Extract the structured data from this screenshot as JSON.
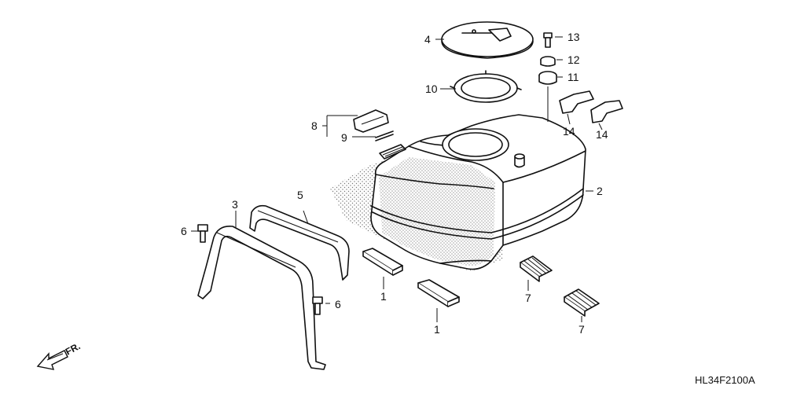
{
  "diagram": {
    "part_code": "HL34F2100A",
    "direction_label": "FR.",
    "callouts": [
      {
        "id": "c1a",
        "text": "1"
      },
      {
        "id": "c1b",
        "text": "1"
      },
      {
        "id": "c2",
        "text": "2"
      },
      {
        "id": "c3",
        "text": "3"
      },
      {
        "id": "c4",
        "text": "4"
      },
      {
        "id": "c5",
        "text": "5"
      },
      {
        "id": "c6a",
        "text": "6"
      },
      {
        "id": "c6b",
        "text": "6"
      },
      {
        "id": "c7a",
        "text": "7"
      },
      {
        "id": "c7b",
        "text": "7"
      },
      {
        "id": "c8",
        "text": "8"
      },
      {
        "id": "c9",
        "text": "9"
      },
      {
        "id": "c10",
        "text": "10"
      },
      {
        "id": "c11",
        "text": "11"
      },
      {
        "id": "c12",
        "text": "12"
      },
      {
        "id": "c13",
        "text": "13"
      },
      {
        "id": "c14a",
        "text": "14"
      },
      {
        "id": "c14b",
        "text": "14"
      }
    ]
  }
}
